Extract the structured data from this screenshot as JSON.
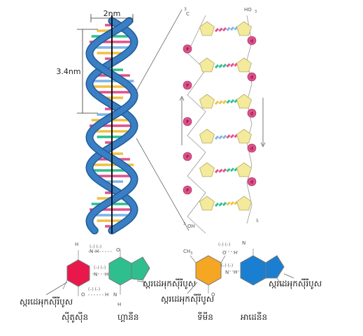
{
  "helix": {
    "width_label": "2nm",
    "pitch_label": "3.4nm"
  },
  "ladder": {
    "top_carbon": "C",
    "top_end_left": "3",
    "top_end_right_oh": "HO",
    "top_end_right_num": "3",
    "bottom_end_left_oh": "OH",
    "bottom_end_left_num": "3",
    "bottom_end_right": "5",
    "phosphate_label": "P",
    "deoxyribose_label": "d"
  },
  "pairs": {
    "hbond_top": "(–) (–)",
    "hbond_mid": "(–) (–)",
    "hbond_bot": "(–) (–)",
    "h_label": "H",
    "n_label": "N",
    "o_label": "O",
    "ch3_label": "CH",
    "ch3_sub": "3"
  },
  "captions": {
    "sugar_gc_left": "ស្ករដេអុកស៊ីរីបូស",
    "sugar_gc_right": "ស្ករដេអុកស៊ីរីបូស",
    "sugar_at_left": "ស្ករដេអុកស៊ីរីបូស",
    "sugar_at_right": "ស្ករដេអុកស៊ីរីបូស",
    "cytosine": "ស៊ីតូស៊ីន",
    "guanine": "ហ្គានីន",
    "thymine": "ទីមីន",
    "adenine": "អាដេនីន"
  },
  "colors": {
    "backbone": "#3a7fc4",
    "backbone_dark": "#1f5c99",
    "phosphate": "#e0508a",
    "sugar": "#f3ea9c",
    "cytosine": "#e8194a",
    "guanine": "#2fbf8f",
    "thymine": "#f5a623",
    "adenine": "#1a7fd1"
  }
}
